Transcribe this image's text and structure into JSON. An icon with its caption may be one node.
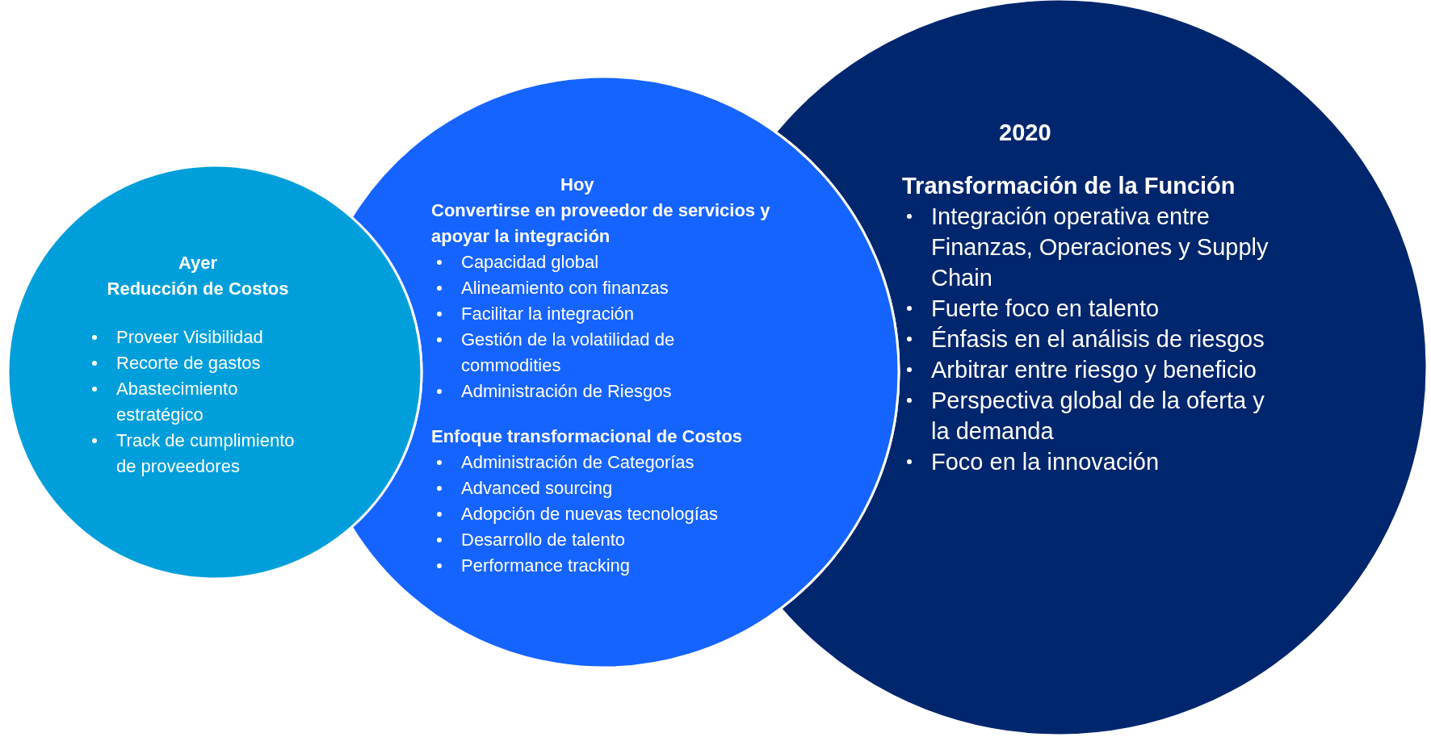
{
  "diagram": {
    "nodes": [
      {
        "text": [
          "Ayer",
          "Reducción de Costos",
          "Proveer Visibilidad",
          "Recorte de gastos",
          "Abastecimiento estratégico",
          "Track de cumplimiento de proveedores"
        ]
      },
      {
        "text": [
          "Hoy",
          "Convertirse en proveedor de servicios y apoyar la integración",
          "Capacidad global",
          "Alineamiento con finanzas",
          "Facilitar la integración",
          "Gestión de la volatilidad de commodities",
          "Administración de Riesgos",
          "Enfoque transformacional de Costos",
          "Administración de Categorías",
          "Advanced sourcing",
          "Adopción de nuevas tecnologías",
          "Desarrollo de talento",
          "Performance tracking"
        ]
      },
      {
        "text": [
          "2020",
          "Transformación de la Función",
          "Integración operativa entre Finanzas, Operaciones y Supply Chain",
          "Fuerte foco en talento",
          "Énfasis en el análisis de riesgos",
          "Arbitrar entre riesgo y beneficio",
          "Perspectiva global de la oferta y la demanda",
          "Foco en la innovación"
        ]
      }
    ]
  }
}
